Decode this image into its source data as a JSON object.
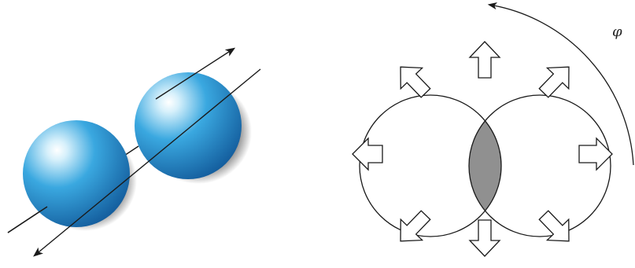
{
  "diagram": {
    "angle_symbol": "φ",
    "colors": {
      "sphere_light": "#d6f0fb",
      "sphere_mid": "#3aa8e0",
      "sphere_dark": "#145e9e",
      "overlap_fill": "#909090",
      "stroke": "#1a1a1a",
      "background": "#ffffff"
    },
    "left_panel": {
      "description_icon": "two-colliding-spheres",
      "sphere_count": 2,
      "beam_count": 2
    },
    "right_panel": {
      "description_icon": "overlap-region-with-flow-arrows",
      "flow_arrow_count": 8
    }
  }
}
